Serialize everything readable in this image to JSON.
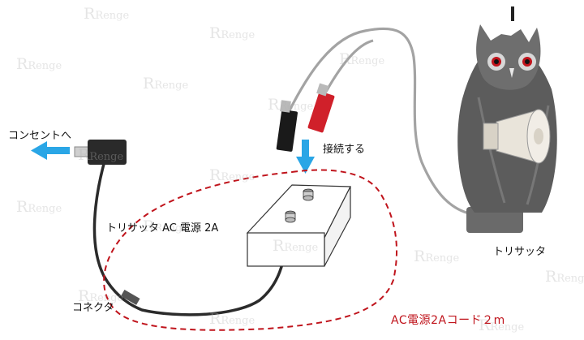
{
  "labels": {
    "outlet": "コンセントへ",
    "connect": "接続する",
    "power_unit": "トリサッタ AC 電源 2A",
    "connector": "コネクタ",
    "product": "トリサッタ",
    "cord": "AC電源2Aコード２m"
  },
  "watermark": "Renge",
  "colors": {
    "cord_red_dashed": "#c0141c",
    "arrow_blue": "#2aa6e6",
    "gray_cable": "#9e9e9e",
    "black_cable": "#2b2b2b"
  },
  "icons": [
    "plug-icon",
    "arrow-left-icon",
    "arrow-down-icon",
    "owl-decoy-icon",
    "speaker-horn-icon",
    "red-clip-icon",
    "black-clip-icon",
    "junction-box-icon"
  ]
}
